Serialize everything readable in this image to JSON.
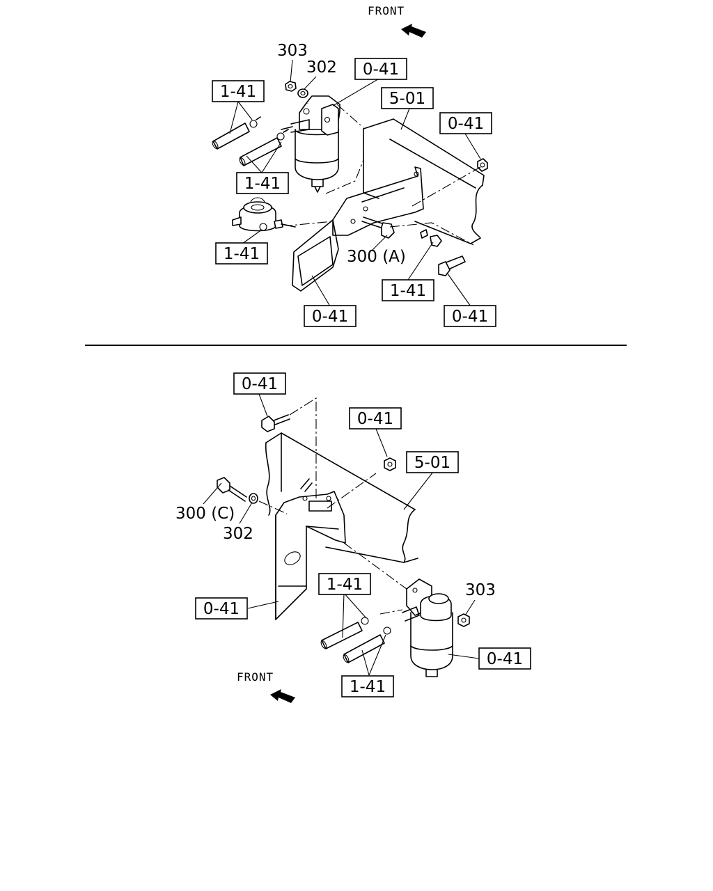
{
  "top": {
    "front_label": "FRONT",
    "callouts": {
      "nut_303": "303",
      "washer_302": "302",
      "ref_head_bracket": "0-41",
      "ref_hose_upper": "1-41",
      "ref_frame": "5-01",
      "ref_nut_right": "0-41",
      "ref_hose_lower": "1-41",
      "ref_pump": "1-41",
      "bolt_300a": "300 (A)",
      "ref_clip": "1-41",
      "ref_bracket": "0-41",
      "ref_bolt": "0-41"
    }
  },
  "bottom": {
    "front_label": "FRONT",
    "callouts": {
      "ref_bolt_top": "0-41",
      "ref_nut": "0-41",
      "ref_frame": "5-01",
      "bolt_300c": "300 (C)",
      "washer_302": "302",
      "nut_303": "303",
      "ref_hose_upper": "1-41",
      "ref_bracket": "0-41",
      "ref_filter": "0-41",
      "ref_hose_lower": "1-41"
    }
  }
}
